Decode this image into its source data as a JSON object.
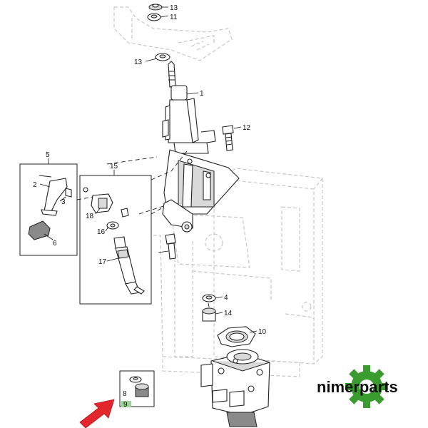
{
  "callouts": {
    "c1": "1",
    "c2": "2",
    "c3": "3",
    "c4": "4",
    "c5": "5",
    "c6": "6",
    "c8": "8",
    "c9": "9",
    "c10": "10",
    "c11": "11",
    "c12": "12",
    "c13a": "13",
    "c13b": "13",
    "c14": "14",
    "c15": "15",
    "c16": "16",
    "c17": "17",
    "c18": "18"
  },
  "logo": {
    "text": "nimerparts",
    "gear_color": "#3a9b2e"
  },
  "colors": {
    "arrow": "#e3262b",
    "highlight": "#9fd19a"
  },
  "highlighted_part": "9"
}
